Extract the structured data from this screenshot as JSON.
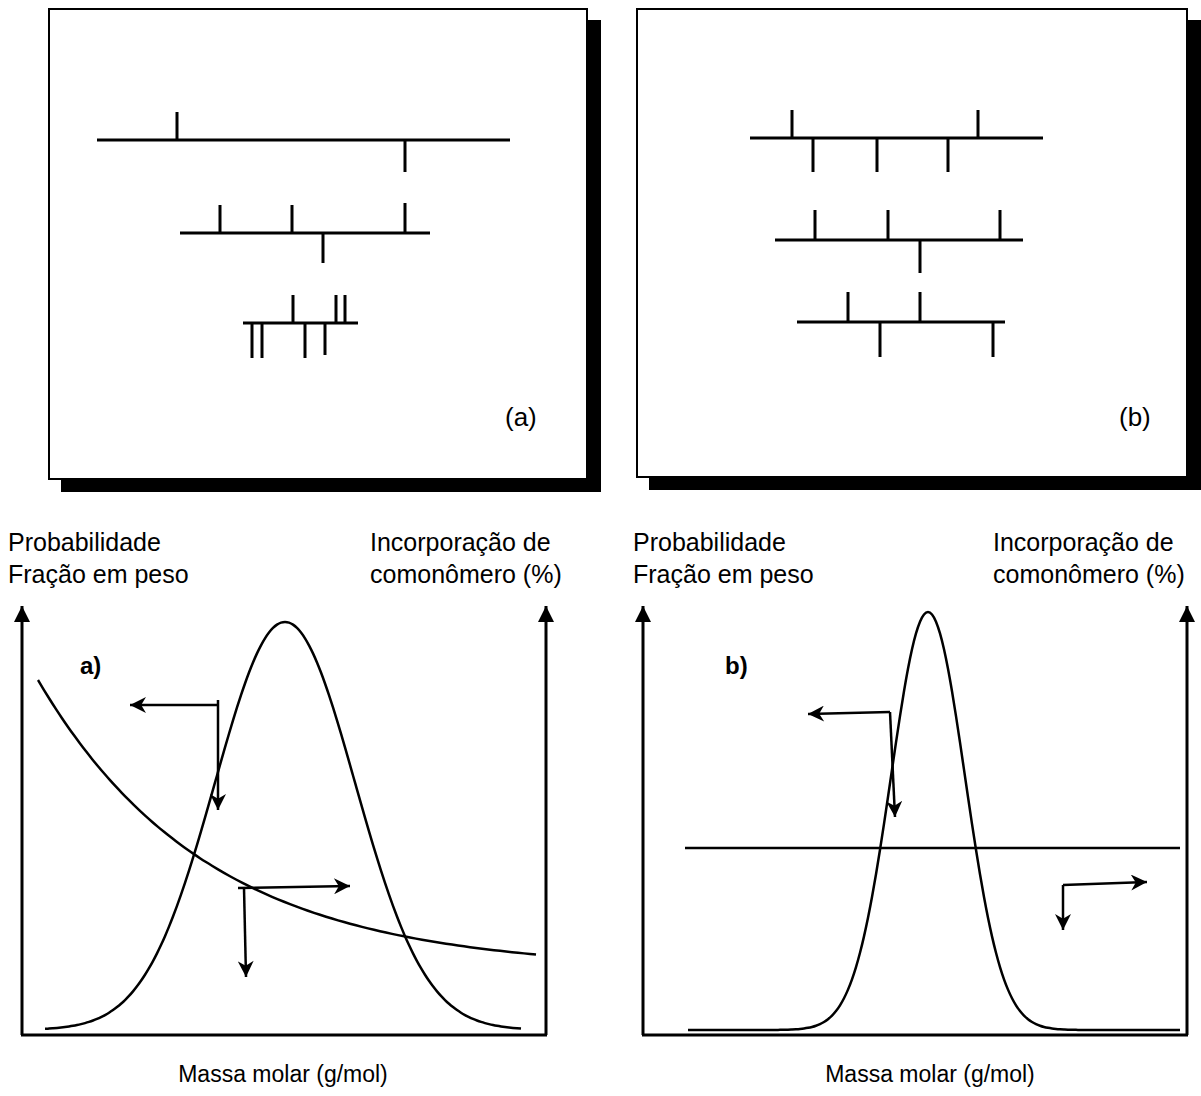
{
  "diagram": {
    "nodes": [
      {
        "text": [
          "(a)"
        ]
      },
      {
        "text": [
          "(b)"
        ]
      }
    ],
    "labels": [
      "Probabilidade Fração em peso",
      "Incorporação de comonômero (%)",
      "a)",
      "Massa molar (g/mol)",
      "Probabilidade Fração em peso",
      "Incorporação de comonômero (%)",
      "b)",
      "Massa molar (g/mol)"
    ]
  }
}
